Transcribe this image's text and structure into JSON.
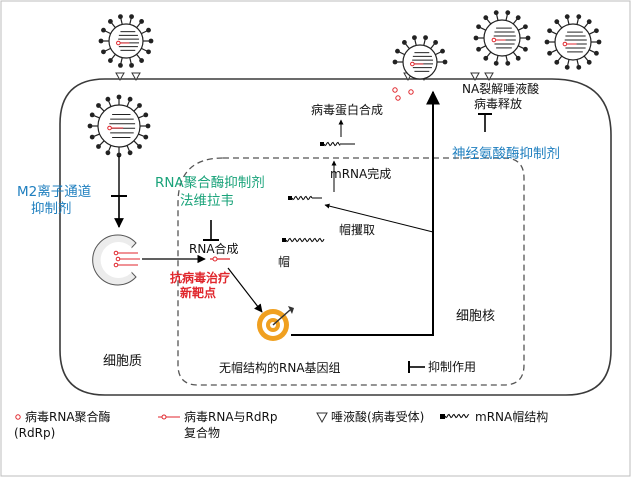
{
  "labels": {
    "protein_synthesis": "病毒蛋白合成",
    "mrna_complete": "mRNA完成",
    "cap_snatching": "帽攫取",
    "cap": "帽",
    "rna_synthesis": "RNA合成",
    "uncapped_genome": "无帽结构的RNA基因组",
    "nucleus": "细胞核",
    "cytoplasm": "细胞质",
    "na_release_line1": "NA裂解唾液酸",
    "na_release_line2": "病毒释放",
    "inhibition": "抑制作用"
  },
  "drugs": {
    "m2_line1": "M2离子通道",
    "m2_line2": "抑制剂",
    "rdrp_line1": "RNA聚合酶抑制剂",
    "rdrp_line2": "法维拉韦",
    "na_inhibitor": "神经氨酸酶抑制剂",
    "target_line1": "抗病毒治疗",
    "target_line2": "新靶点"
  },
  "legend": {
    "rdrp_line1": "病毒RNA聚合酶",
    "rdrp_line2": "(RdRp)",
    "complex_line1": "病毒RNA与RdRp",
    "complex_line2": "复合物",
    "sialic": "唾液酸(病毒受体)",
    "cap_structure": "mRNA帽结构"
  },
  "colors": {
    "line": "#000000",
    "cell_border": "#3a3a3a",
    "rdrp_red": "#e0262c",
    "blue_text": "#1f7fbf",
    "green_text": "#1aa37a",
    "target_orange": "#f0a020"
  }
}
